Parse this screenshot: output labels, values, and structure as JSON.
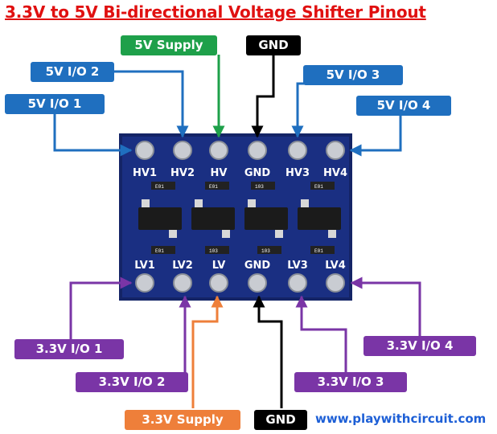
{
  "title": "3.3V to 5V Bi-directional Voltage Shifter Pinout",
  "labels": {
    "hv_supply": "5V Supply",
    "gnd_top": "GND",
    "hv_io2": "5V I/O 2",
    "hv_io3": "5V I/O 3",
    "hv_io1": "5V I/O 1",
    "hv_io4": "5V I/O 4",
    "lv_io1": "3.3V I/O 1",
    "lv_io4": "3.3V I/O 4",
    "lv_io2": "3.3V I/O 2",
    "lv_io3": "3.3V I/O 3",
    "lv_supply": "3.3V Supply",
    "gnd_bottom": "GND"
  },
  "board": {
    "top_pins": [
      "HV1",
      "HV2",
      "HV",
      "GND",
      "HV3",
      "HV4"
    ],
    "bottom_pins": [
      "LV1",
      "LV2",
      "LV",
      "GND",
      "LV3",
      "LV4"
    ],
    "resistor_top": [
      "E01",
      "E01",
      "103",
      "E01"
    ],
    "resistor_bottom": [
      "E01",
      "103",
      "103",
      "E01"
    ]
  },
  "website": "www.playwithcircuit.com",
  "colors": {
    "title": "#e01010",
    "hv_io": "#1f6fbf",
    "hv_supply": "#1ea04a",
    "gnd": "#000000",
    "lv_io": "#7a35a6",
    "lv_supply": "#ee7f3a",
    "board": "#1a2b7a"
  }
}
